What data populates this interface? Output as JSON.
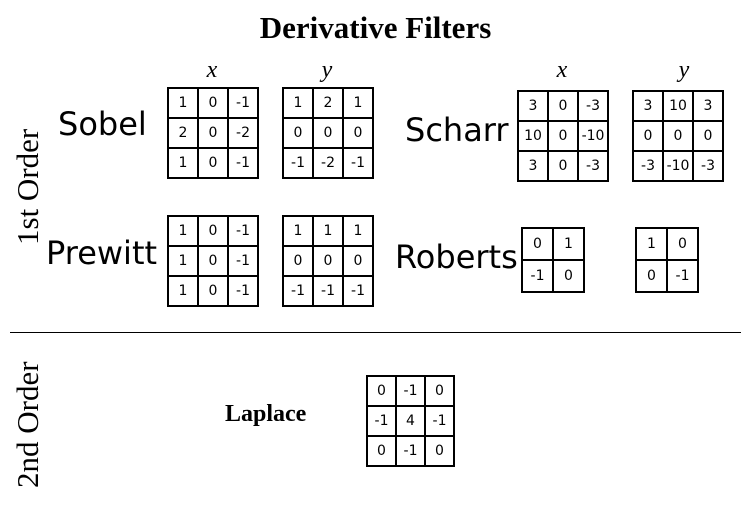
{
  "title": "Derivative Filters",
  "axis_x": "x",
  "axis_y": "y",
  "first_order": {
    "label": "1st Order",
    "sobel": {
      "name": "Sobel",
      "x": [
        [
          "1",
          "0",
          "-1"
        ],
        [
          "2",
          "0",
          "-2"
        ],
        [
          "1",
          "0",
          "-1"
        ]
      ],
      "y": [
        [
          "1",
          "2",
          "1"
        ],
        [
          "0",
          "0",
          "0"
        ],
        [
          "-1",
          "-2",
          "-1"
        ]
      ]
    },
    "scharr": {
      "name": "Scharr",
      "x": [
        [
          "3",
          "0",
          "-3"
        ],
        [
          "10",
          "0",
          "-10"
        ],
        [
          "3",
          "0",
          "-3"
        ]
      ],
      "y": [
        [
          "3",
          "10",
          "3"
        ],
        [
          "0",
          "0",
          "0"
        ],
        [
          "-3",
          "-10",
          "-3"
        ]
      ]
    },
    "prewitt": {
      "name": "Prewitt",
      "x": [
        [
          "1",
          "0",
          "-1"
        ],
        [
          "1",
          "0",
          "-1"
        ],
        [
          "1",
          "0",
          "-1"
        ]
      ],
      "y": [
        [
          "1",
          "1",
          "1"
        ],
        [
          "0",
          "0",
          "0"
        ],
        [
          "-1",
          "-1",
          "-1"
        ]
      ]
    },
    "roberts": {
      "name": "Roberts",
      "x": [
        [
          "0",
          "1"
        ],
        [
          "-1",
          "0"
        ]
      ],
      "y": [
        [
          "1",
          "0"
        ],
        [
          "0",
          "-1"
        ]
      ]
    }
  },
  "second_order": {
    "label": "2nd Order",
    "laplace": {
      "name": "Laplace",
      "kernel": [
        [
          "0",
          "-1",
          "0"
        ],
        [
          "-1",
          "4",
          "-1"
        ],
        [
          "0",
          "-1",
          "0"
        ]
      ]
    }
  }
}
